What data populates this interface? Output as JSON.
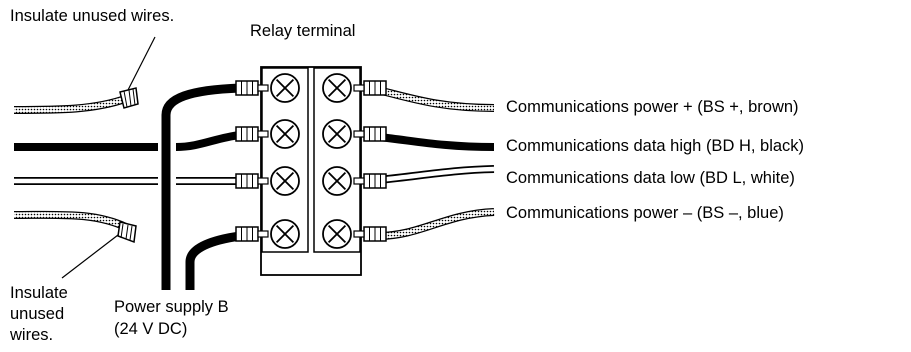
{
  "labels": {
    "insulate_top": "Insulate unused wires.",
    "relay_terminal": "Relay terminal",
    "comm_power_plus": "Communications power + (BS +, brown)",
    "comm_data_high": "Communications data high (BD H, black)",
    "comm_data_low": "Communications data low (BD L, white)",
    "comm_power_minus": "Communications power – (BS –, blue)",
    "insulate_bottom_1": "Insulate",
    "insulate_bottom_2": "unused",
    "insulate_bottom_3": "wires.",
    "power_supply_1": "Power supply B",
    "power_supply_2": "(24 V DC)"
  },
  "terminal": {
    "rows": 4,
    "columns": 2,
    "screw_symbol": "x-screw-icon"
  },
  "wire_colors": {
    "brown": "#000000",
    "black": "#000000",
    "white": "#ffffff",
    "blue": "#000000"
  }
}
